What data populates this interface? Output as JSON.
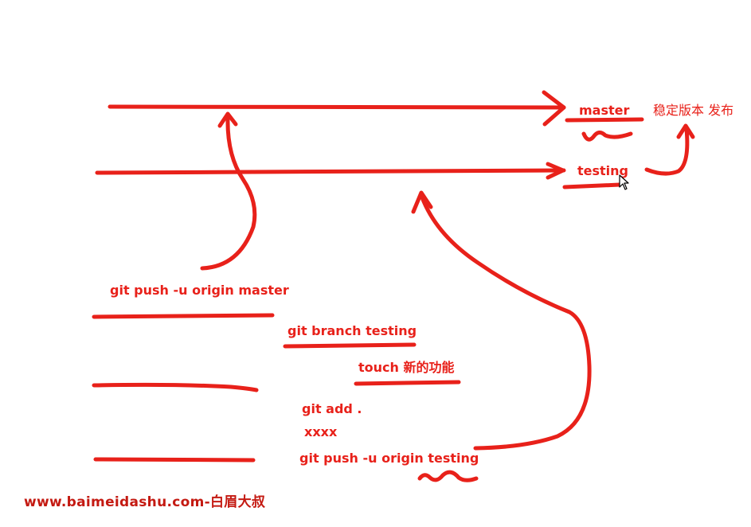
{
  "branches": {
    "master_label": "master",
    "master_note": "稳定版本 发布",
    "testing_label": "testing"
  },
  "commands": {
    "push_master": "git push -u origin master",
    "branch_testing": "git branch testing",
    "touch": "touch 新的功能",
    "add": "git add .",
    "xxxx": "xxxx",
    "push_testing": "git push -u origin testing"
  },
  "watermark": "www.baimeidashu.com-白眉大叔",
  "colors": {
    "ink": "#e8211a",
    "watermark": "#c41a12"
  }
}
